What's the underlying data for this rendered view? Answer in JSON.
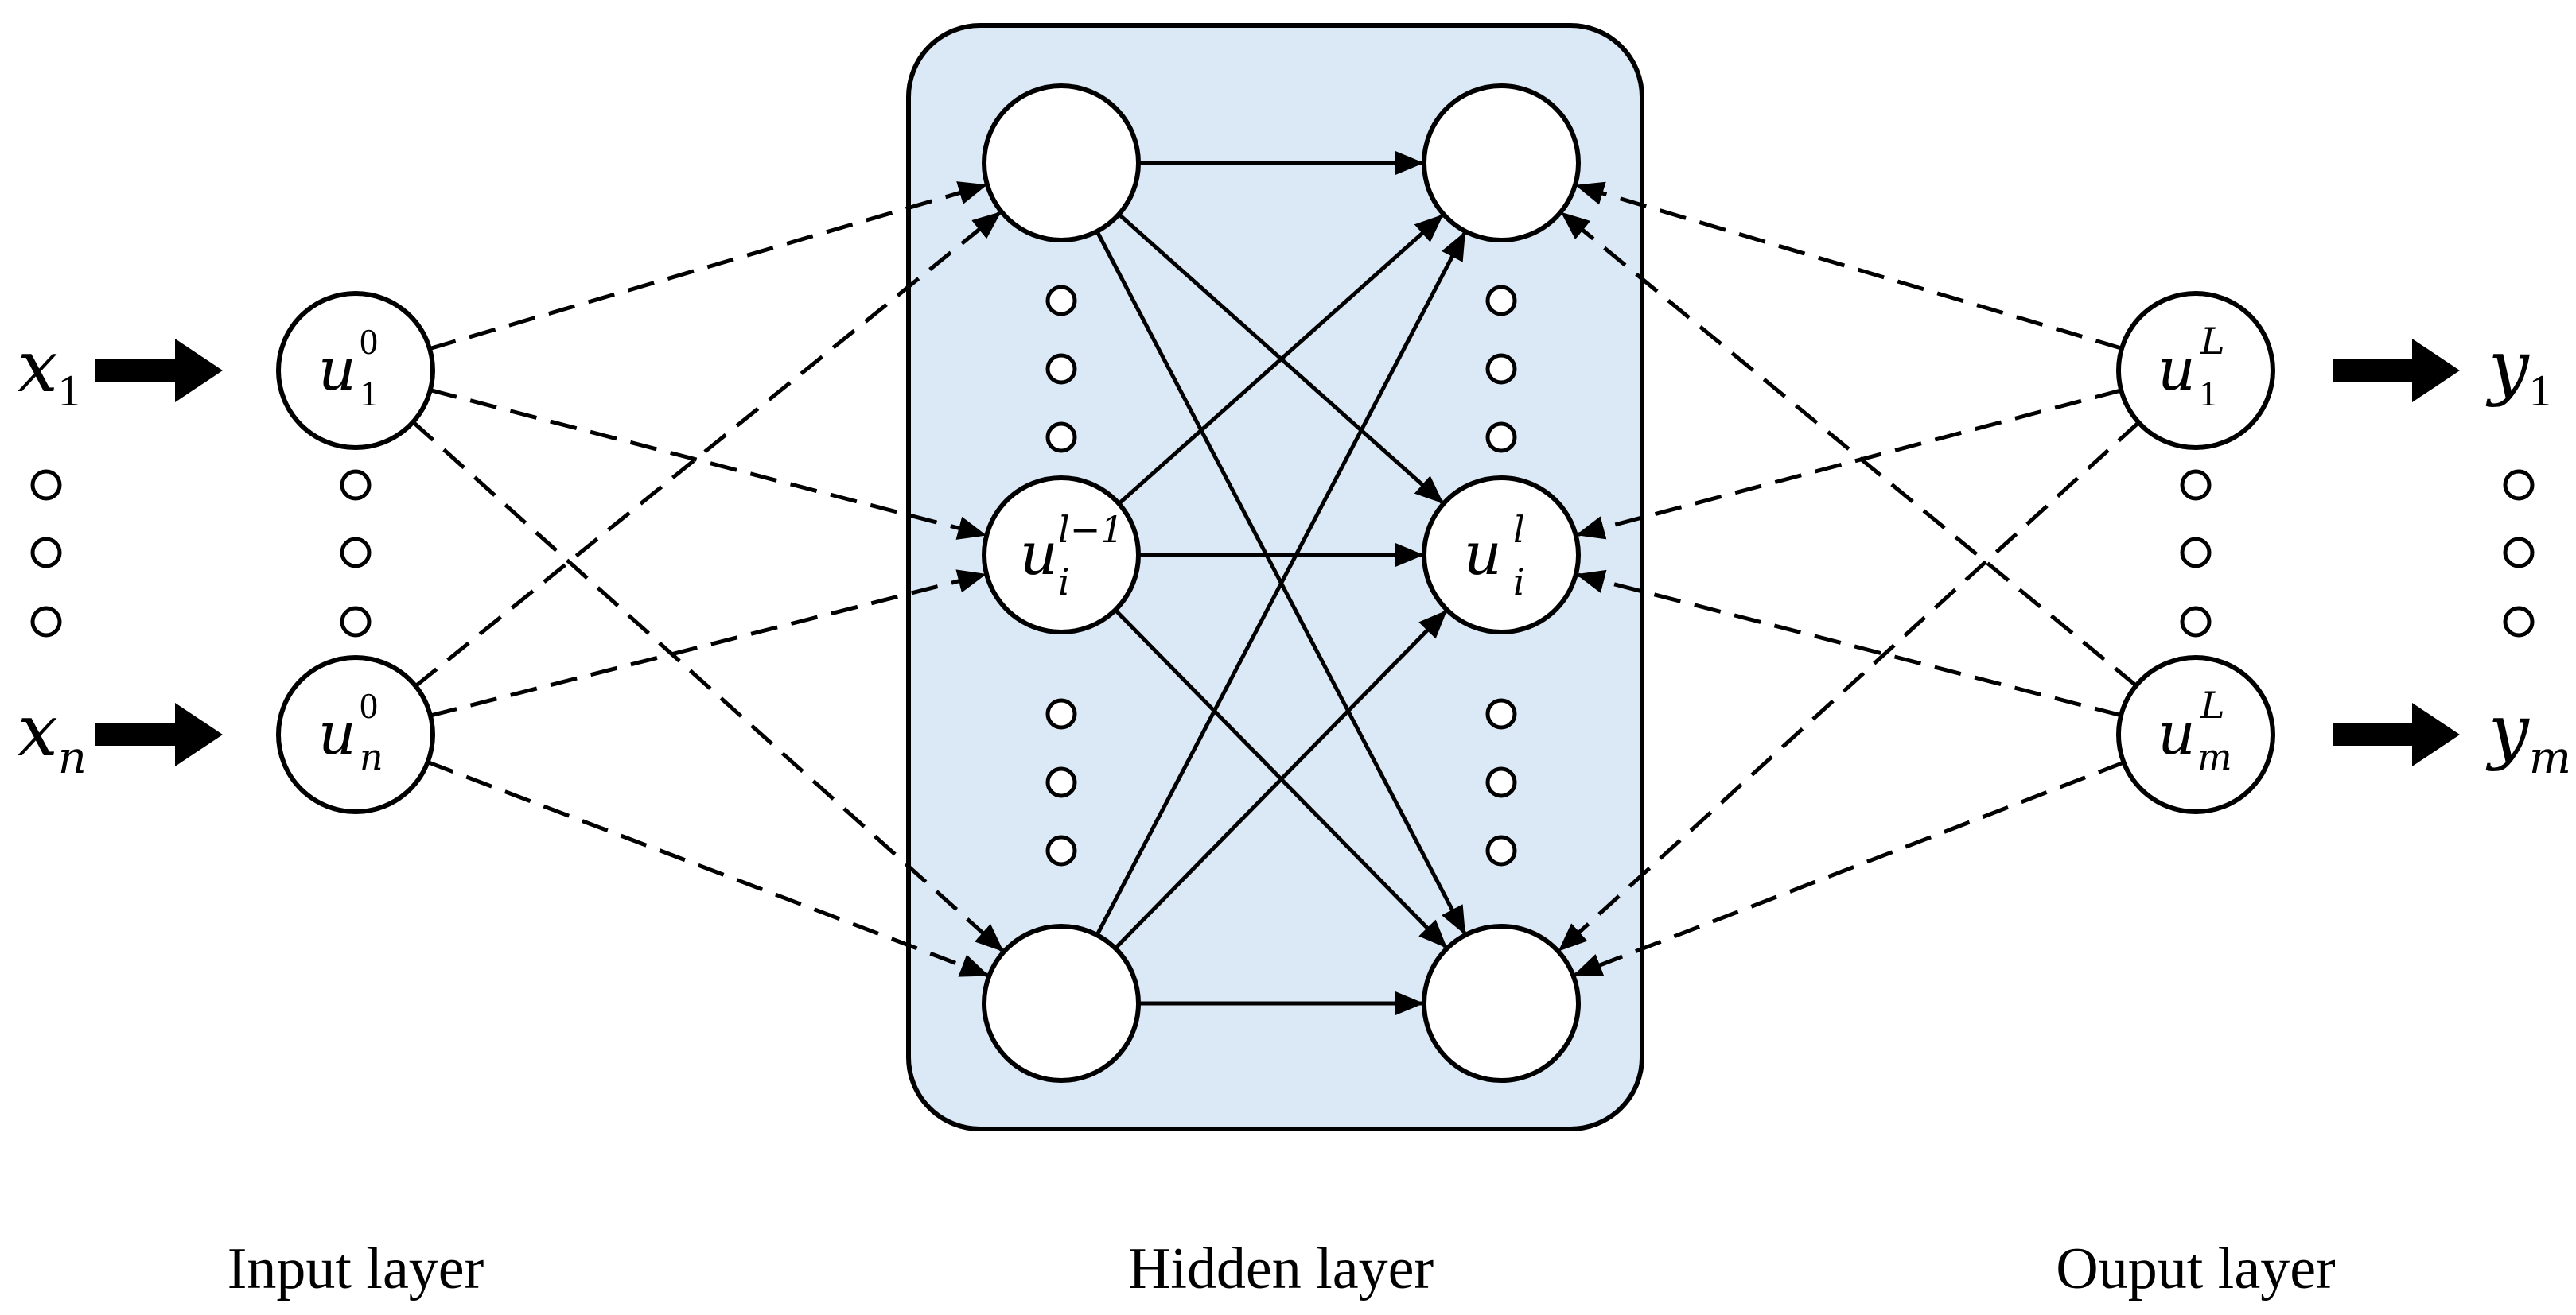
{
  "colors": {
    "hidden_block_fill": "#dbe9f6",
    "stroke": "#000000"
  },
  "inputs": [
    {
      "var": "x",
      "sub": "1"
    },
    {
      "var": "x",
      "sub": "n"
    }
  ],
  "outputs": [
    {
      "var": "y",
      "sub": "1"
    },
    {
      "var": "y",
      "sub": "m"
    }
  ],
  "input_neurons": [
    {
      "var": "u",
      "sub": "1",
      "sup": "0"
    },
    {
      "var": "u",
      "sub": "n",
      "sup": "0"
    }
  ],
  "hidden_left_neuron": {
    "var": "u",
    "sub": "i",
    "sup": "l−1"
  },
  "hidden_right_neuron": {
    "var": "u",
    "sub": "i",
    "sup": "l"
  },
  "output_neurons": [
    {
      "var": "u",
      "sub": "1",
      "sup": "L"
    },
    {
      "var": "u",
      "sub": "m",
      "sup": "L"
    }
  ],
  "layer_labels": {
    "input": "Input layer",
    "hidden": "Hidden layer",
    "output": "Ouput layer"
  },
  "icons": {
    "input_arrow": "thick-right-arrow",
    "output_arrow": "thick-right-arrow",
    "ellipsis": "vertical-dots"
  }
}
